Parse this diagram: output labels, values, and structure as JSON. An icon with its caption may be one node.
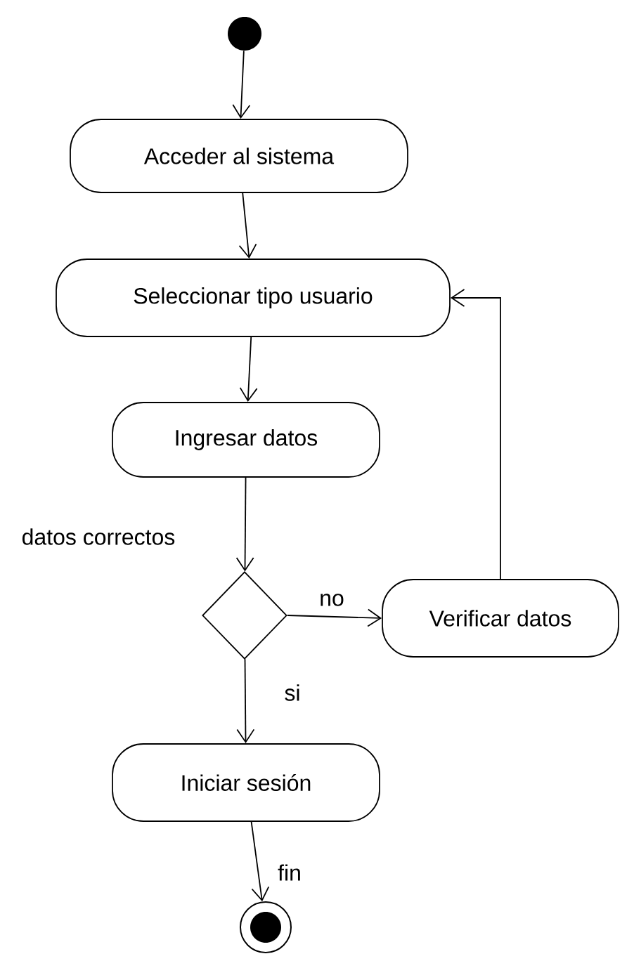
{
  "diagram": {
    "nodes": [
      {
        "text": [],
        "shape": "circle"
      },
      {
        "text": [
          "Acceder al sistema"
        ]
      },
      {
        "text": [
          "Seleccionar tipo usuario"
        ]
      },
      {
        "text": [
          "Ingresar datos"
        ]
      },
      {
        "text": [],
        "shape": "diamond"
      },
      {
        "text": [
          "Verificar datos"
        ]
      },
      {
        "text": [
          "Iniciar sesión"
        ]
      },
      {
        "text": [],
        "shape": "circle"
      }
    ],
    "edges": [
      {
        "from": 0,
        "to": 1,
        "arrow": "to"
      },
      {
        "from": 1,
        "to": 2,
        "arrow": "to"
      },
      {
        "from": 2,
        "to": 3,
        "arrow": "to"
      },
      {
        "from": 3,
        "to": 4,
        "arrow": "to",
        "label": "datos correctos"
      },
      {
        "from": 4,
        "to": 5,
        "arrow": "to",
        "label": "no"
      },
      {
        "from": 5,
        "to": 2,
        "arrow": "to"
      },
      {
        "from": 4,
        "to": 6,
        "arrow": "to",
        "label": "si"
      },
      {
        "from": 6,
        "to": 7,
        "arrow": "to",
        "label": "fin"
      }
    ]
  }
}
